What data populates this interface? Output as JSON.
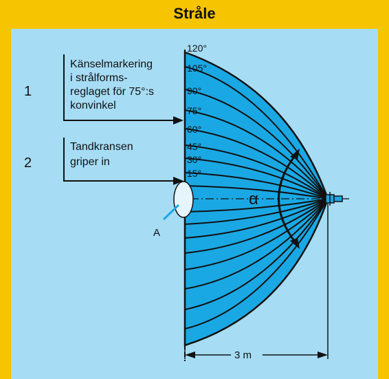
{
  "title": "Stråle",
  "callouts": [
    {
      "number": "1",
      "lines": [
        "Känselmarkering",
        "i strålforms-",
        "reglaget för 75°:s",
        "konvinkel"
      ]
    },
    {
      "number": "2",
      "lines": [
        "Tandkransen",
        "griper in"
      ]
    }
  ],
  "angle_labels": [
    "120°",
    "105°",
    "90°",
    "75°",
    "60°",
    "45°",
    "30°",
    "15°"
  ],
  "marker_label": "A",
  "alpha_symbol": "α",
  "distance_label": "3 m",
  "colors": {
    "background": "#f6c400",
    "panel": "#a6dcf4",
    "beam": "#1aa8e4",
    "ink": "#111111"
  }
}
